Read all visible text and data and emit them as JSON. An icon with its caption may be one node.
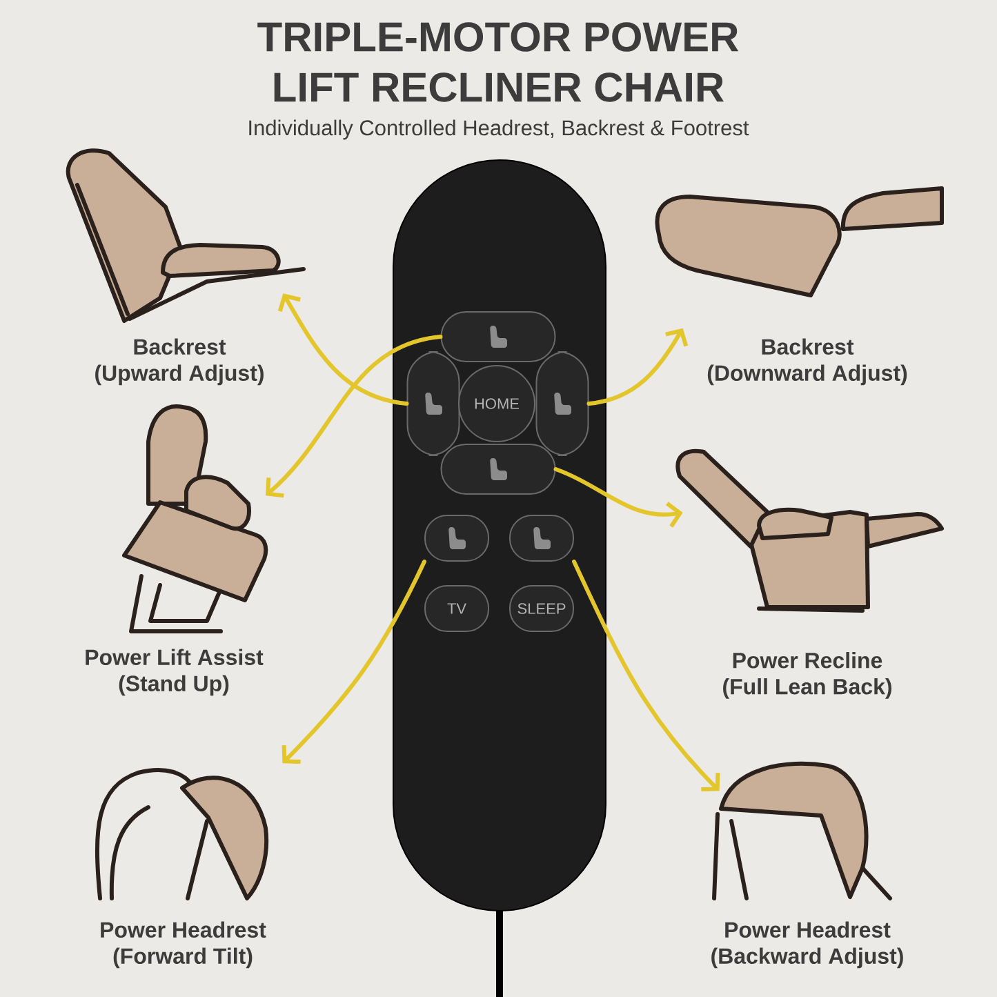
{
  "diagram": {
    "title": "TRIPLE-MOTOR POWER LIFT RECLINER CHAIR",
    "nodes": [
      {
        "text": [
          "Backrest (Upward Adjust)"
        ]
      },
      {
        "text": [
          "Backrest (Downward Adjust)"
        ]
      },
      {
        "text": [],
        "shape": "box"
      },
      {
        "text": [],
        "shape": "button",
        "in": 2
      },
      {
        "text": [],
        "shape": "button",
        "in": 2
      },
      {
        "text": [
          "HOME"
        ],
        "in": 2
      },
      {
        "text": [],
        "shape": "button",
        "in": 2
      },
      {
        "text": [],
        "shape": "button",
        "in": 2
      },
      {
        "text": [],
        "shape": "button",
        "in": 2
      },
      {
        "text": [],
        "shape": "button",
        "in": 2
      },
      {
        "text": [
          "TV"
        ],
        "in": 2
      },
      {
        "text": [
          "SLEEP"
        ],
        "in": 2
      },
      {
        "text": [
          "Power Lift Assist (Stand Up)"
        ]
      },
      {
        "text": [
          "Power Recline (Full Lean Back)"
        ]
      },
      {
        "text": [
          "Power Headrest (Forward Tilt)"
        ]
      },
      {
        "text": [
          "Power Headrest (Backward Adjust)"
        ]
      }
    ],
    "edges": [
      {
        "from": 4,
        "to": 0,
        "arrow": "to"
      },
      {
        "from": 6,
        "to": 1,
        "arrow": "to"
      },
      {
        "from": 3,
        "to": 12,
        "arrow": "to"
      },
      {
        "from": 7,
        "to": 13,
        "arrow": "to"
      },
      {
        "from": 8,
        "to": 14,
        "arrow": "to"
      },
      {
        "from": 9,
        "to": 15,
        "arrow": "to"
      }
    ],
    "labels": [
      "Individually Controlled Headrest, Backrest & Footrest"
    ]
  }
}
